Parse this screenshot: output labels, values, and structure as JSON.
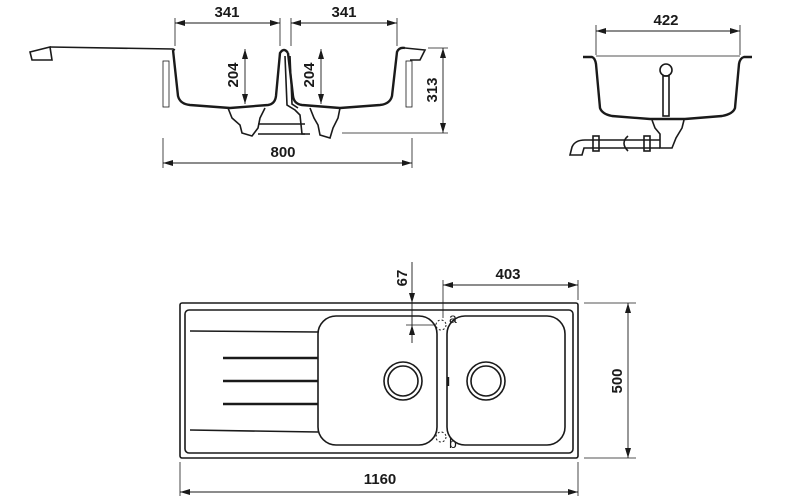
{
  "side_view": {
    "bowl_width_left": "341",
    "bowl_width_right": "341",
    "bowl_depth_left": "204",
    "bowl_depth_right": "204",
    "total_height": "313",
    "cabinet_width": "800"
  },
  "end_view": {
    "bowl_length": "422"
  },
  "top_view": {
    "tap_hole_offset": "67",
    "bowl_offset": "403",
    "depth": "500",
    "width": "1160",
    "tap_hole_a": "a",
    "tap_hole_b": "b"
  }
}
